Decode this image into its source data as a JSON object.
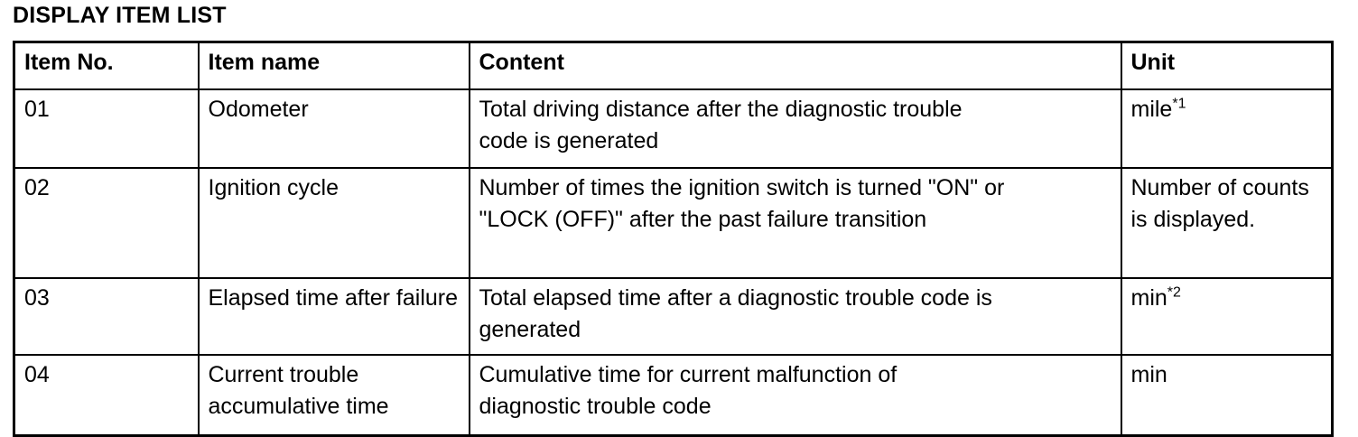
{
  "page": {
    "title": "DISPLAY ITEM LIST"
  },
  "table": {
    "columns": [
      {
        "key": "item_no",
        "label": "Item No."
      },
      {
        "key": "item_name",
        "label": "Item name"
      },
      {
        "key": "content",
        "label": "Content"
      },
      {
        "key": "unit",
        "label": "Unit"
      }
    ],
    "rows": [
      {
        "item_no": "01",
        "item_name": "Odometer",
        "content": "Total driving distance after the diagnostic trouble\ncode is generated",
        "unit": "mile",
        "unit_sup": "*1"
      },
      {
        "item_no": "02",
        "item_name": "Ignition cycle",
        "content": "Number of times the ignition switch is turned \"ON\" or\n\"LOCK (OFF)\" after the past failure transition",
        "unit": "Number of counts is displayed.",
        "unit_sup": ""
      },
      {
        "item_no": "03",
        "item_name": "Elapsed time after failure",
        "content": "Total elapsed time after a diagnostic trouble code is\ngenerated",
        "unit": "min",
        "unit_sup": "*2"
      },
      {
        "item_no": "04",
        "item_name": "Current trouble accumulative time",
        "content": "Cumulative time for current malfunction of\ndiagnostic trouble code",
        "unit": "min",
        "unit_sup": ""
      }
    ]
  },
  "colors": {
    "text": "#000000",
    "background": "#ffffff",
    "border": "#000000"
  }
}
